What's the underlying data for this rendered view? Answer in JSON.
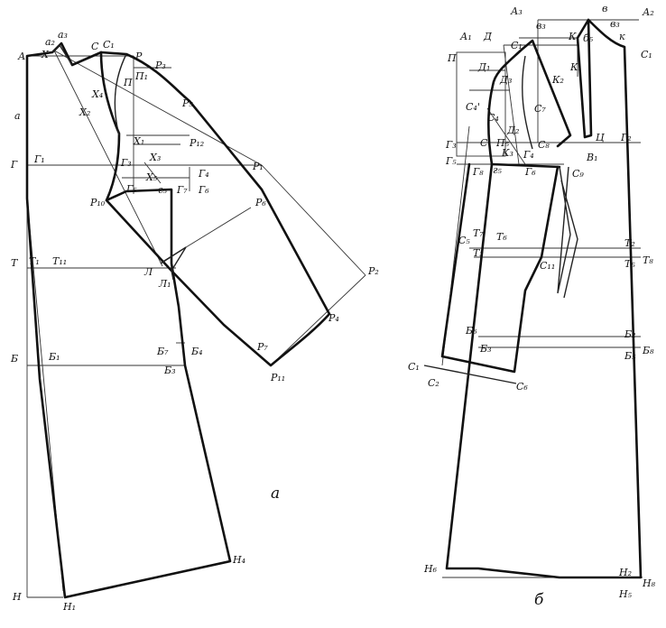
{
  "captions": {
    "left": "а",
    "right": "б"
  },
  "labels_left": {
    "A": "А",
    "a2": "а₂",
    "a3": "а₃",
    "X": "Х",
    "C": "С",
    "C1": "С₁",
    "P": "Р",
    "P3": "Р₃",
    "P1": "П₁",
    "Pi": "П",
    "X4": "Х₄",
    "X2": "Х₂",
    "P5": "Р₅",
    "a": "а",
    "X1": "Х₁",
    "P12": "Р₁₂",
    "G": "Г",
    "G1": "Г₁",
    "G3": "Г₃",
    "X3": "Х₃",
    "X5": "Х₅",
    "P1r": "Р₁",
    "G4": "Г₄",
    "G5": "Г₅",
    "g5": "г₅",
    "G7": "Г₇",
    "G6": "Г₆",
    "P10": "Р₁₀",
    "P6": "Р₆",
    "T": "Т",
    "T1": "Т₁",
    "T11": "Т₁₁",
    "L": "Л",
    "L1": "Л₁",
    "P2": "Р₂",
    "P4": "Р₄",
    "P7": "Р₇",
    "P11": "Р₁₁",
    "B": "Б",
    "B1": "Б₁",
    "B7": "Б₇",
    "B4": "Б₄",
    "B3": "Б₃",
    "H": "Н",
    "H1": "Н₁",
    "H4": "Н₄"
  },
  "labels_right": {
    "A3": "А₃",
    "v": "в",
    "A2": "А₂",
    "A1": "А₁",
    "D": "Д",
    "v3": "в₃",
    "K": "К",
    "b5": "б₅",
    "v3r": "в₃",
    "Kr": "к",
    "C1r": "С₁",
    "Pi": "П",
    "D1": "Д₁",
    "D3": "Д₃",
    "K2": "К₂",
    "K1": "К₁",
    "C4p": "С₄'",
    "C4": "С₄",
    "C7": "С₇",
    "D2": "Д₂",
    "G3": "Г₃",
    "C": "С",
    "Pi5": "П₅",
    "C8": "С₈",
    "Ts": "Ц",
    "G2": "Г₂",
    "K3": "К₃",
    "G4": "Г₄",
    "B1": "В₁",
    "G5": "Г₅",
    "G8": "Г₈",
    "g5": "г₅",
    "G6": "Г₆",
    "C9": "С₉",
    "T7": "Т₇",
    "C5": "С₅",
    "T6": "Т₆",
    "T2": "Т₂",
    "T3": "Т₃",
    "C11": "С₁₁",
    "T5": "Т₅",
    "T8": "Т₈",
    "B6": "Б₆",
    "B2": "Б₂",
    "B3": "Б₃",
    "B5": "Б₅",
    "B8": "Б₈",
    "C1b": "С₁",
    "C2": "С₂",
    "C6": "С₆",
    "H6": "Н₆",
    "H2": "Н₂",
    "H8": "Н₈",
    "H5": "Н₅"
  }
}
